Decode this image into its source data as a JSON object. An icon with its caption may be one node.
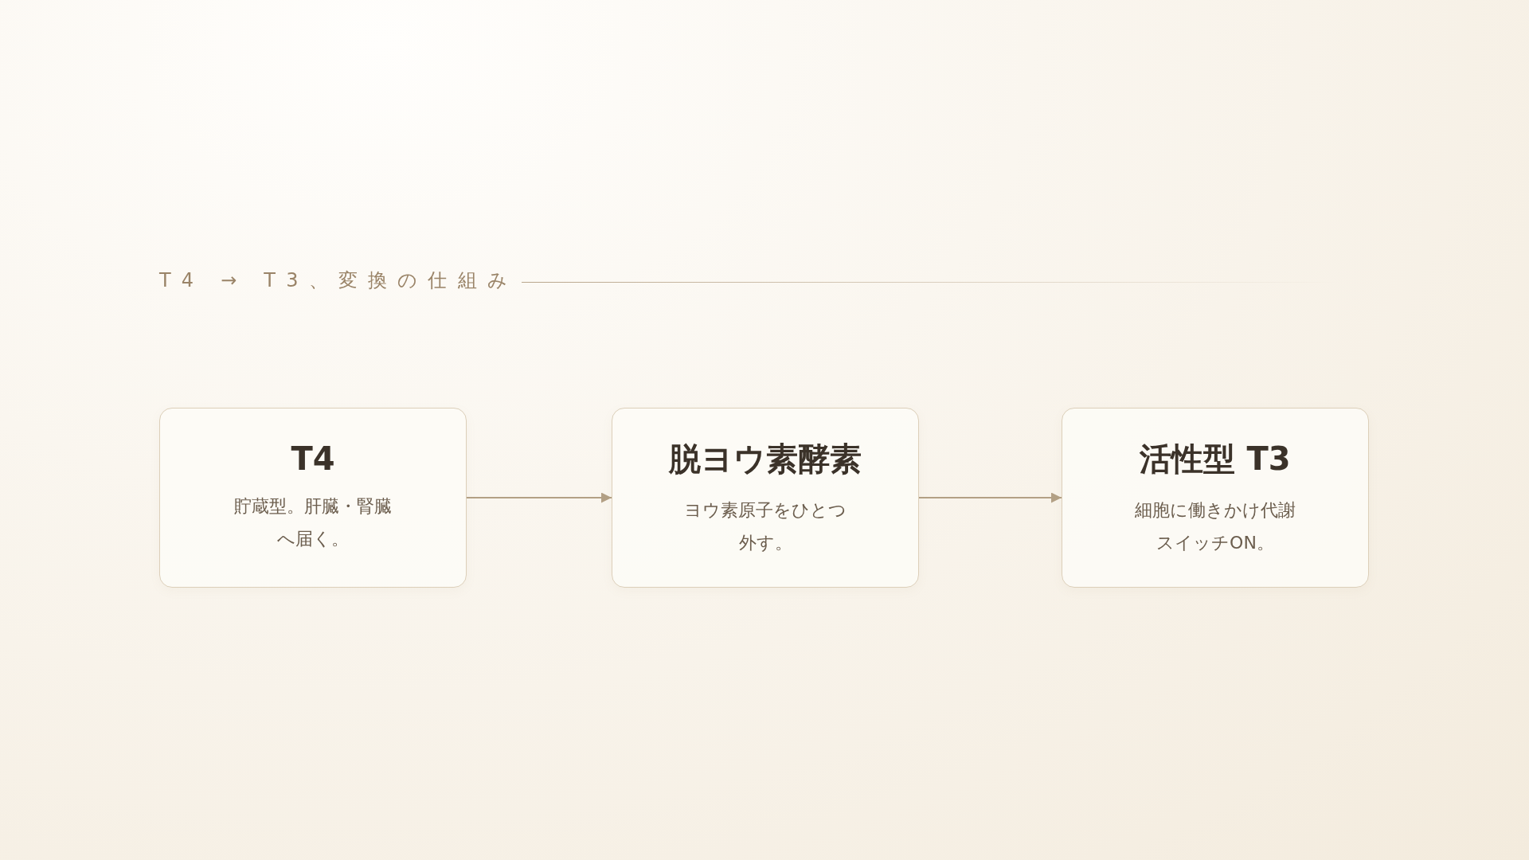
{
  "diagram": {
    "title": "T4 → T3、変換の仕組み",
    "nodes": [
      {
        "text": [
          "T4",
          "貯蔵型。肝臓・腎臓へ届く。"
        ]
      },
      {
        "text": [
          "脱ヨウ素酵素",
          "ヨウ素原子をひとつ外す。"
        ]
      },
      {
        "text": [
          "活性型 T3",
          "細胞に働きかけ代謝スイッチON。"
        ]
      }
    ],
    "edges": [
      {
        "from": 0,
        "to": 1,
        "arrow": "to"
      },
      {
        "from": 1,
        "to": 2,
        "arrow": "to"
      }
    ]
  }
}
